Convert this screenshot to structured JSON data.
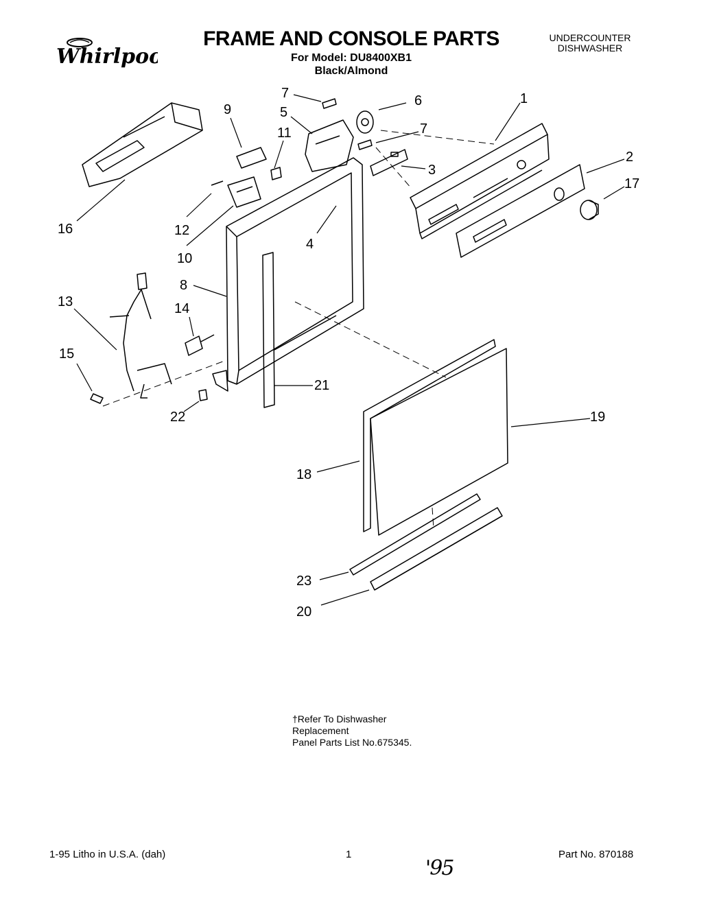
{
  "header": {
    "brand": "Whirlpool",
    "title": "FRAME AND CONSOLE PARTS",
    "model_line": "For Model: DU8400XB1",
    "color_line": "Black/Almond",
    "category_line1": "UNDERCOUNTER",
    "category_line2": "DISHWASHER"
  },
  "callouts": [
    "7",
    "6",
    "1",
    "9",
    "5",
    "11",
    "7",
    "2",
    "3",
    "17",
    "16",
    "12",
    "10",
    "4",
    "8",
    "13",
    "14",
    "15",
    "21",
    "22",
    "19",
    "18",
    "23",
    "20"
  ],
  "note": {
    "line1": "†Refer To Dishwasher",
    "line2": "Replacement",
    "line3": "Panel Parts List No.675345."
  },
  "footer": {
    "left": "1-95  Litho in U.S.A. (dah)",
    "center": "1",
    "right": "Part No. 870188",
    "handwritten": "'95"
  }
}
